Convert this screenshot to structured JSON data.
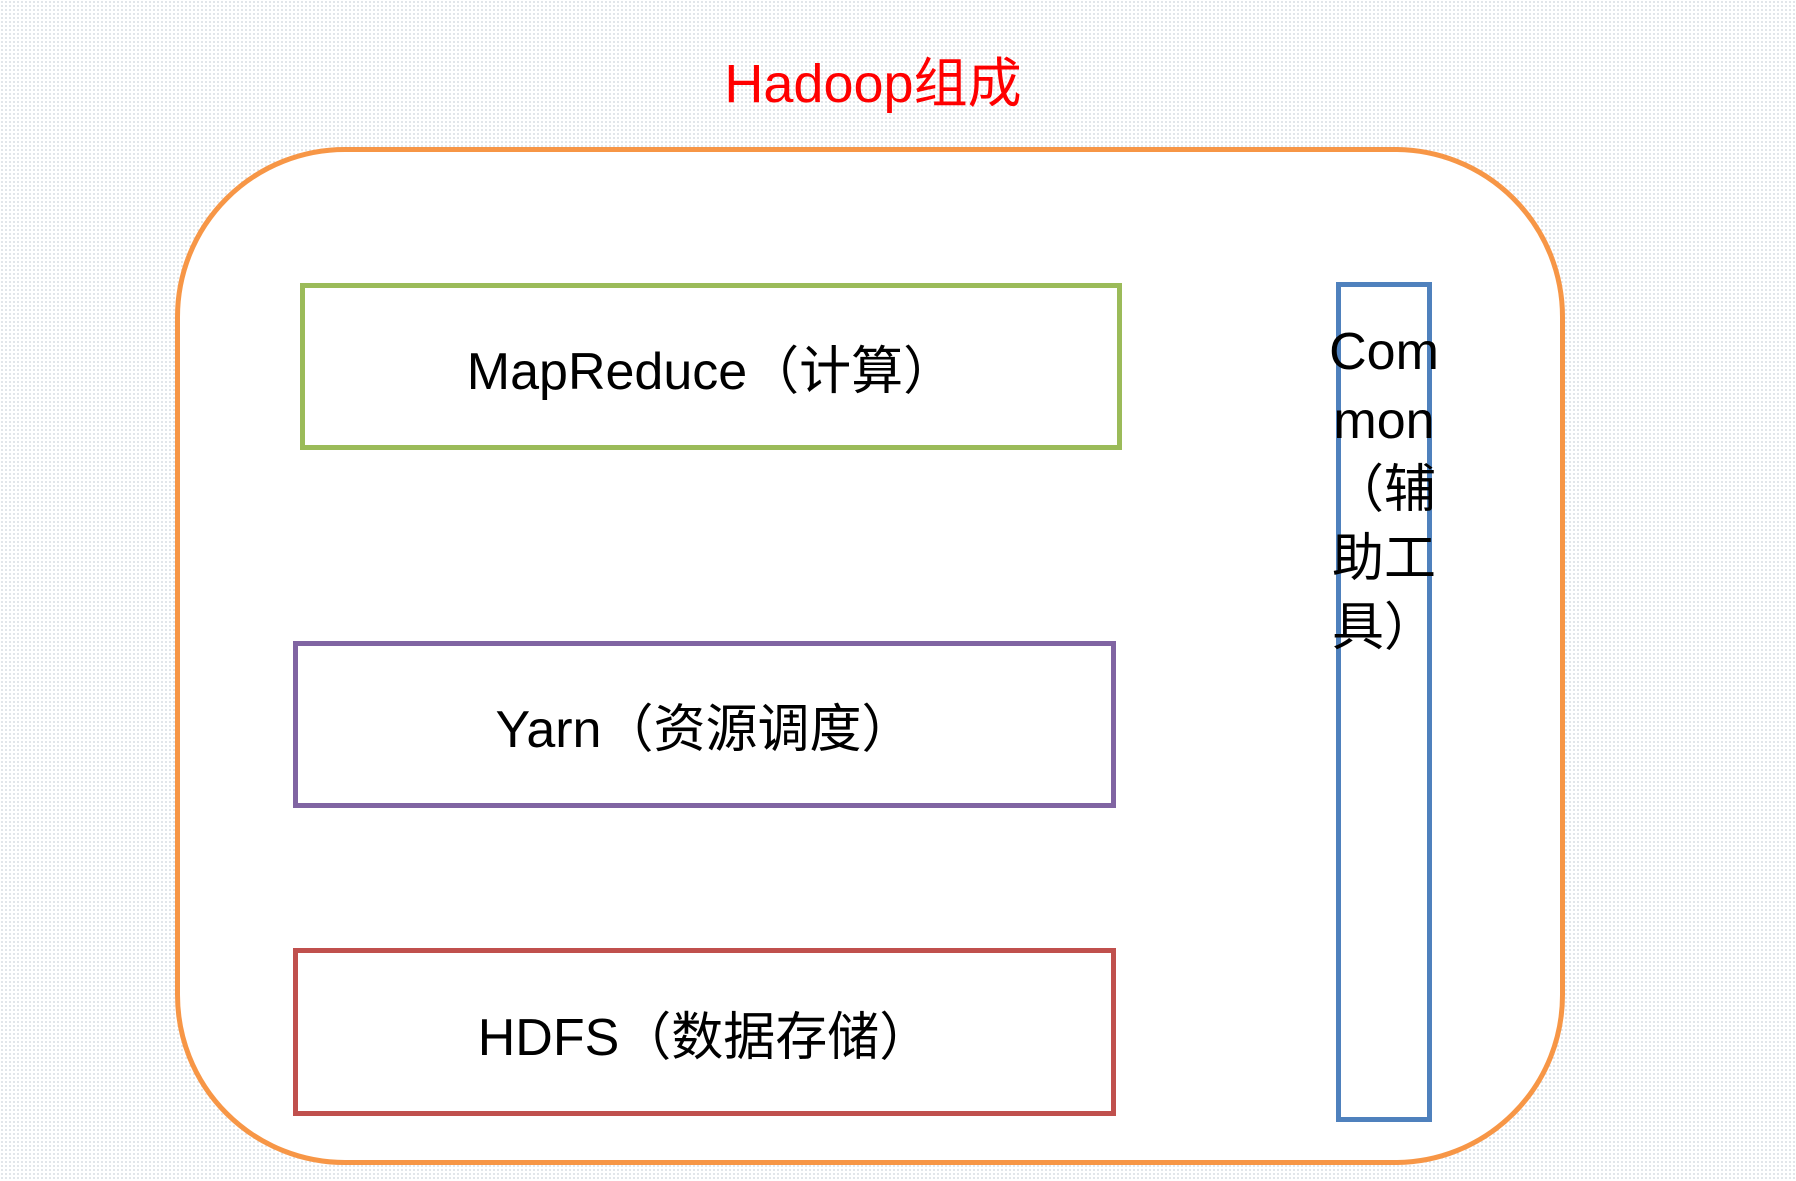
{
  "title": "Hadoop组成",
  "layers": {
    "mapreduce": "MapReduce（计算）",
    "yarn": "Yarn（资源调度）",
    "hdfs": "HDFS（数据存储）"
  },
  "common": {
    "label": "Common（辅助工具）"
  },
  "colors": {
    "title": "#ff0000",
    "outer_frame": "#f79646",
    "mapreduce": "#9bbb59",
    "yarn": "#8064a2",
    "hdfs": "#c0504d",
    "common": "#4f81bd"
  }
}
